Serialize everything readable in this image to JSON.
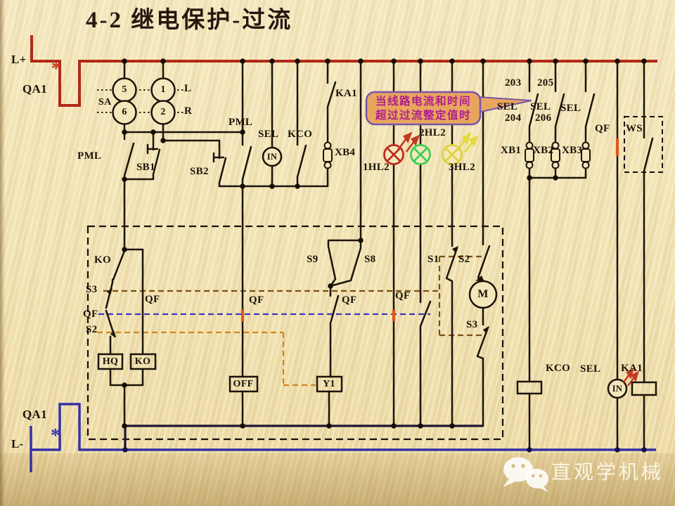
{
  "title": "4-2  继电保护-过流",
  "rails": {
    "l_plus": "L+",
    "qa1_top": "QA1",
    "qa1_bottom": "QA1",
    "l_minus": "L-",
    "fault_top": "*",
    "fault_bottom": "*"
  },
  "selector": {
    "name": "SA",
    "pos1": "5",
    "pos2": "1",
    "pos3": "6",
    "pos4": "2",
    "dir_left": "L",
    "dir_right": "R"
  },
  "row_top": {
    "pml1": "PML",
    "sb1": "SB1",
    "sb2": "SB2",
    "pml2": "PML",
    "sel": "SEL",
    "in": "IN",
    "kco": "KCO",
    "ka1": "KA1",
    "xb4": "XB4"
  },
  "lamps": {
    "l1": "1HL2",
    "l2": "2HL2",
    "l3": "3HL2"
  },
  "right": {
    "n203": "203",
    "n204": "204",
    "n205": "205",
    "n206": "206",
    "sel_a": "SEL",
    "sel_b": "SEL",
    "sel_c": "SEL",
    "xb1": "XB1",
    "xb2": "XB2",
    "xb3": "XB3",
    "qf": "QF",
    "ws": "WS"
  },
  "box": {
    "ko": "KO",
    "s3_left": "S3",
    "qf_left": "QF",
    "s2_left": "S2",
    "qf_branch": "QF",
    "qf_mid": "QF",
    "s9": "S9",
    "s8": "S8",
    "qf_y1": "QF",
    "qf_lamp": "QF",
    "s1": "S1",
    "s2_right": "S2",
    "s3_right": "S3",
    "motor": "M",
    "hq": "HQ",
    "ko_coil": "KO",
    "off": "OFF",
    "y1": "Y1"
  },
  "bottom": {
    "kco": "KCO",
    "sel": "SEL",
    "in": "IN",
    "ka1": "KA1"
  },
  "callout": {
    "line1": "当线路电流和时间",
    "line2": "超过过流整定值时"
  },
  "watermark": {
    "text": "直观学机械"
  },
  "colors": {
    "background": "#f1e3b6",
    "wire": "#1c130a",
    "bus_positive": "#b02a18",
    "bus_negative": "#3431a6",
    "lamp_red": "#bb2d1c",
    "lamp_green": "#3ecf52",
    "lamp_yellow": "#ddd23e",
    "callout_bg": "#e8a55e",
    "callout_border": "#7a55a8",
    "callout_text": "#ae1d8e",
    "highlight_orange": "#e0561c"
  }
}
